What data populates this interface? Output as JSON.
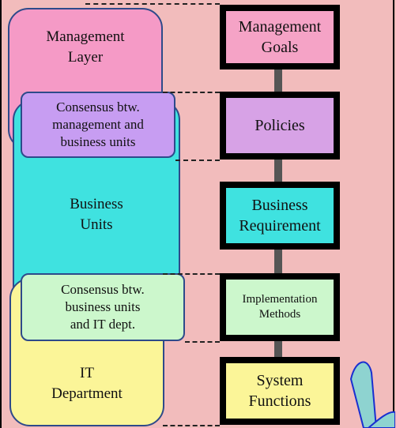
{
  "layers": {
    "management": "Management\nLayer",
    "business": "Business\nUnits",
    "it": "IT\nDepartment"
  },
  "consensus": {
    "mgmt_business": "Consensus btw.\nmanagement and\nbusiness units",
    "business_it": "Consensus btw.\nbusiness units\nand IT dept."
  },
  "stages": {
    "goals": "Management\nGoals",
    "policies": "Policies",
    "requirement": "Business\nRequirement",
    "methods": "Implementation\nMethods",
    "functions": "System\nFunctions"
  },
  "colors": {
    "background": "#f2bcbc",
    "management": "#f59ac6",
    "consensus_top": "#c79df2",
    "business": "#3fe2e0",
    "consensus_bottom": "#ccf7cc",
    "it": "#fbf598",
    "goals": "#f5a3c6",
    "policies": "#d7a2e6",
    "requirement": "#3fe2e0",
    "methods": "#ccf7cc",
    "functions": "#fbf598"
  }
}
